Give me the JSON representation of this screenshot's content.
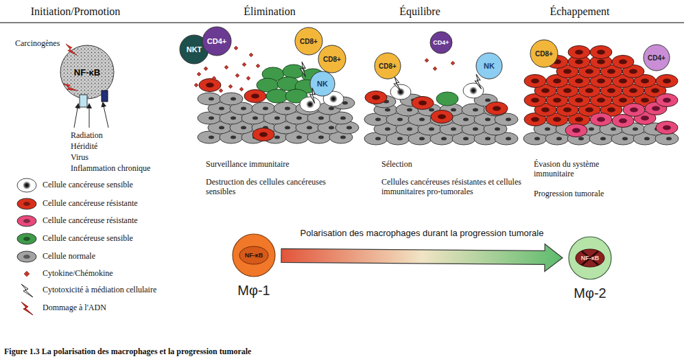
{
  "diagram": {
    "caption": "Figure 1.3 La polarisation des macrophages et la progression tumorale",
    "nodes": [
      {
        "text": [
          "NF-κB"
        ]
      },
      {
        "text": [
          "NKT"
        ]
      },
      {
        "text": [
          "CD4+"
        ]
      },
      {
        "text": [
          "CD8+"
        ]
      },
      {
        "text": [
          "CD8+"
        ]
      },
      {
        "text": [
          "NK"
        ]
      },
      {
        "text": [
          "CD8+"
        ]
      },
      {
        "text": [
          "CD4+"
        ]
      },
      {
        "text": [
          "NK"
        ]
      },
      {
        "text": [
          "CD8+"
        ]
      },
      {
        "text": [
          "CD4+"
        ]
      },
      {
        "text": [
          "NF-κB",
          "Mφ-1"
        ]
      },
      {
        "text": [
          "NF-κB",
          "Mφ-2"
        ]
      }
    ],
    "edges": [
      {
        "from": 11,
        "to": 12,
        "arrow": "to",
        "label": "Polarisation des macrophages durant la progression tumorale"
      }
    ],
    "labels": [
      "Initiation/Promotion",
      "Élimination",
      "Équilibre",
      "Échappement",
      "Carcinogènes",
      "Radiation",
      "Héridité",
      "Virus",
      "Inflammation chronique",
      "Surveillance immunitaire",
      "Destruction des cellules cancéreuses sensibles",
      "Sélection",
      "Cellules cancéreuses résistantes et cellules immunitaires pro-tumorales",
      "Évasion du système immunitaire",
      "Progression tumorale"
    ],
    "legend": [
      {
        "text": "Cellule cancéreuse sensible"
      },
      {
        "text": "Cellule cancéreuse résistante",
        "color": "#d9301c"
      },
      {
        "text": "Cellule cancéreuse résistante",
        "color": "#e8497c"
      },
      {
        "text": "Cellule cancéreuse sensible",
        "color": "#3f9b4a"
      },
      {
        "text": "Cellule normale",
        "color": "#a3a3a3"
      },
      {
        "text": "Cytokine/Chémokine"
      },
      {
        "text": "Cytotoxicité à médiation cellulaire"
      },
      {
        "text": "Dommage à l'ADN"
      }
    ]
  }
}
